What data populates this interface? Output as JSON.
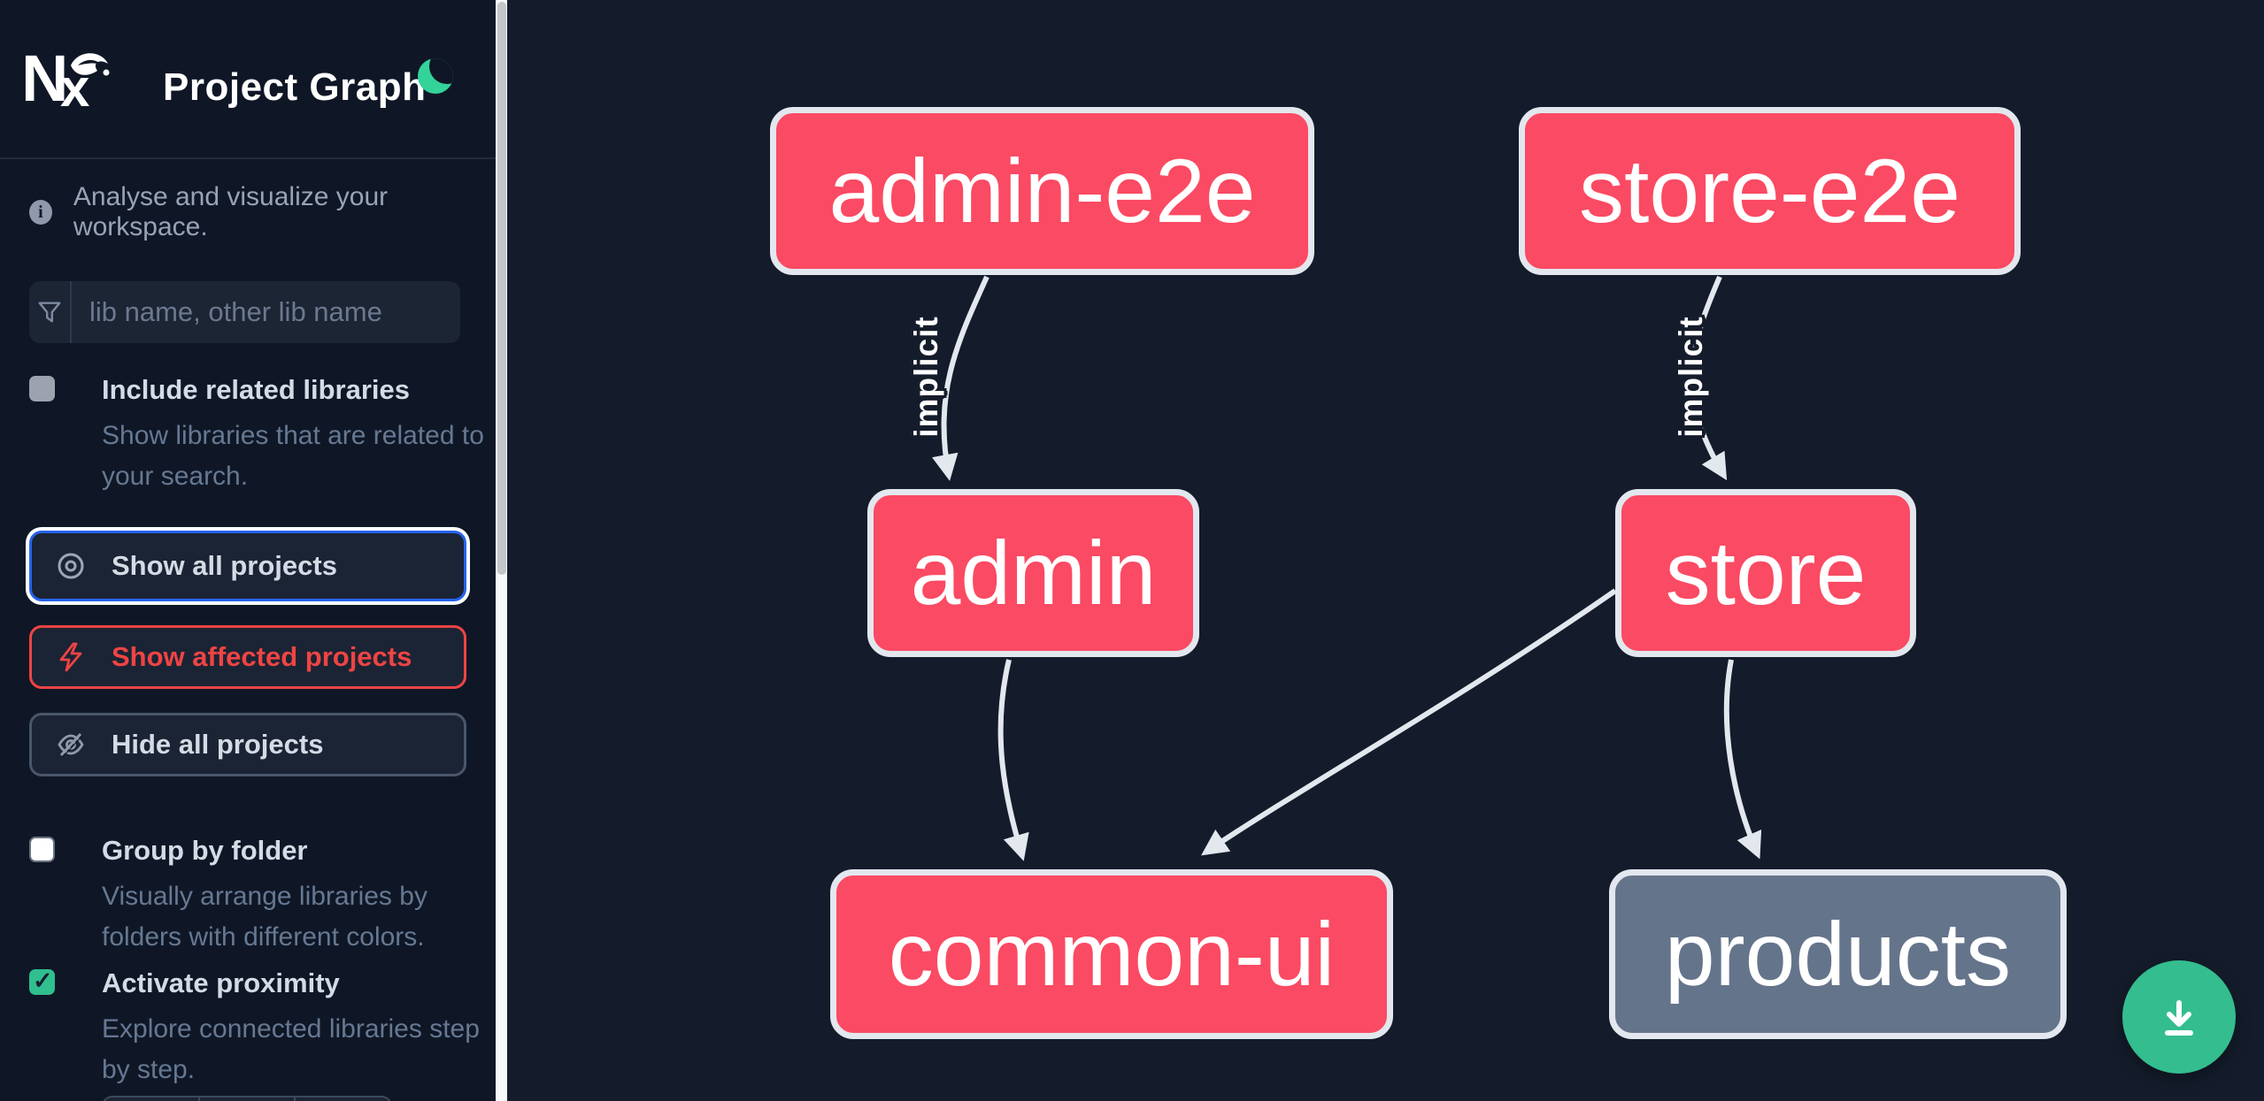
{
  "header": {
    "app_title": "Project Graph",
    "theme_toggle": "dark-mode-moon"
  },
  "sidebar": {
    "tagline": "Analyse and visualize your workspace.",
    "search_placeholder": "lib name, other lib name",
    "include_related": {
      "label": "Include related libraries",
      "desc": "Show libraries that are related to your search.",
      "checked": false
    },
    "buttons": {
      "show_all": "Show all projects",
      "show_affected": "Show affected projects",
      "hide_all": "Hide all projects"
    },
    "group_by_folder": {
      "label": "Group by folder",
      "desc": "Visually arrange libraries by folders with different colors.",
      "checked": false
    },
    "activate_proximity": {
      "label": "Activate proximity",
      "desc": "Explore connected libraries step by step.",
      "checked": true
    }
  },
  "graph": {
    "nodes": [
      {
        "id": "admin-e2e",
        "label": "admin-e2e",
        "color": "pink"
      },
      {
        "id": "store-e2e",
        "label": "store-e2e",
        "color": "pink"
      },
      {
        "id": "admin",
        "label": "admin",
        "color": "pink"
      },
      {
        "id": "store",
        "label": "store",
        "color": "pink"
      },
      {
        "id": "common-ui",
        "label": "common-ui",
        "color": "pink"
      },
      {
        "id": "products",
        "label": "products",
        "color": "gray"
      }
    ],
    "edges": [
      {
        "from": "admin-e2e",
        "to": "admin",
        "label": "implicit"
      },
      {
        "from": "store-e2e",
        "to": "store",
        "label": "implicit"
      },
      {
        "from": "admin",
        "to": "common-ui",
        "label": ""
      },
      {
        "from": "store",
        "to": "common-ui",
        "label": ""
      },
      {
        "from": "store",
        "to": "products",
        "label": ""
      }
    ]
  },
  "fab": {
    "icon": "download-icon"
  },
  "colors": {
    "sidebar_bg": "#0f1726",
    "canvas_bg": "#141c2b",
    "node_pink": "#fb4a63",
    "node_gray": "#64748b",
    "node_border": "#e3e7ee",
    "accent_blue": "#2563eb",
    "accent_red": "#ef4444",
    "accent_green": "#34bd8e",
    "moon_green": "#34d399",
    "text_light": "#d4dbe5",
    "text_muted": "#667892"
  }
}
